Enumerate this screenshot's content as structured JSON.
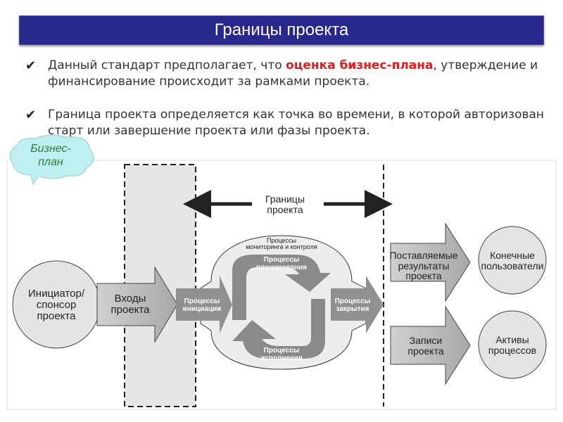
{
  "title": "Границы проекта",
  "bullets": [
    {
      "before": "Данный стандарт предполагает, что ",
      "highlight": "оценка бизнес-плана",
      "after": ", утверждение и финансирование происходит за рамками проекта."
    },
    {
      "text": "Граница проекта определяется как точка во времени, в которой авторизован старт или завершение проекта или фазы проекта."
    }
  ],
  "check_icon": "✔",
  "callout": {
    "line1": "Бизнес-",
    "line2": "план",
    "color": "#bfeff0"
  },
  "diagram": {
    "boundary": {
      "line1": "Границы",
      "line2": "проекта"
    },
    "initiator": {
      "line1": "Инициатор/",
      "line2": "спонсор",
      "line3": "проекта"
    },
    "inputs": {
      "line1": "Входы",
      "line2": "проекта"
    },
    "monitoring": {
      "line1": "Процессы",
      "line2": "мониторинга и контроля"
    },
    "planning": {
      "line1": "Процессы",
      "line2": "планирования"
    },
    "initiation": {
      "line1": "Процессы",
      "line2": "инициации"
    },
    "closing": {
      "line1": "Процессы",
      "line2": "закрытия"
    },
    "execution": {
      "line1": "Процессы",
      "line2": "исполнения"
    },
    "deliverables": {
      "line1": "Поставляемые",
      "line2": "результаты",
      "line3": "проекта"
    },
    "records": {
      "line1": "Записи",
      "line2": "проекта"
    },
    "end_users": {
      "line1": "Конечные",
      "line2": "пользователи"
    },
    "assets": {
      "line1": "Активы",
      "line2": "процессов"
    }
  }
}
